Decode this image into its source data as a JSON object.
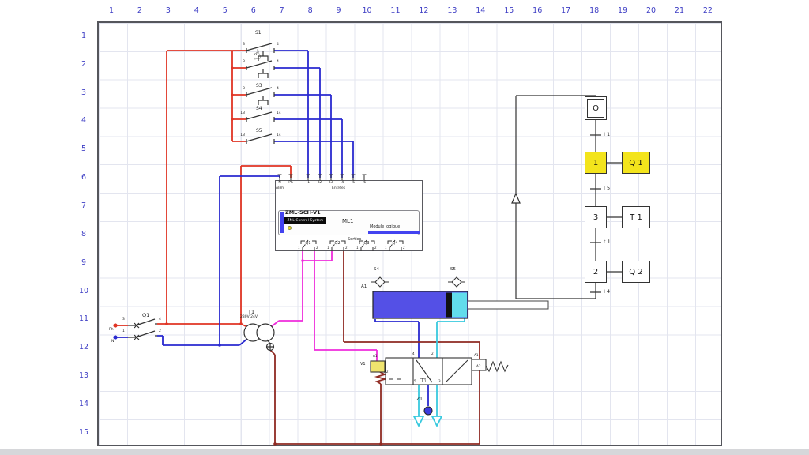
{
  "grid": {
    "columns": [
      "1",
      "2",
      "3",
      "4",
      "5",
      "6",
      "7",
      "8",
      "9",
      "10",
      "11",
      "12",
      "13",
      "14",
      "15",
      "16",
      "17",
      "18",
      "19",
      "20",
      "21",
      "22"
    ],
    "rows": [
      "1",
      "2",
      "3",
      "4",
      "5",
      "6",
      "7",
      "8",
      "9",
      "10",
      "11",
      "12",
      "13",
      "14",
      "15"
    ]
  },
  "colors": {
    "phase_red": "#e03424",
    "neutral_blue": "#2a2ad0",
    "output_magenta": "#ef2cdb",
    "return_darkred": "#8f2a22",
    "pneumatic_cyan": "#38c9de",
    "active_yellow": "#f3e41c"
  },
  "supply": {
    "phase_label": "Ph",
    "neutral_label": "N"
  },
  "breaker": {
    "label": "Q1",
    "t3": "3",
    "t4": "4",
    "t1": "1",
    "t2": "2"
  },
  "transformer": {
    "label": "T1",
    "rating": "230V 24V"
  },
  "switches": [
    {
      "label": "S1",
      "t_in": "3",
      "t_out": "4"
    },
    {
      "label": "",
      "t_in": "3",
      "t_out": "4"
    },
    {
      "label": "S3",
      "t_in": "3",
      "t_out": "4"
    },
    {
      "label": "S4",
      "t_in": "13",
      "t_out": "14"
    },
    {
      "label": "S5",
      "t_in": "13",
      "t_out": "14"
    }
  ],
  "plc": {
    "terminals_top": [
      "N",
      "Ph",
      "I1",
      "I2",
      "I3",
      "I4",
      "I5",
      "I6"
    ],
    "alim_label": "Alim",
    "inputs_label": "Entrées",
    "model": "ZML-SCH-V1",
    "badge": "ZML Control System",
    "name": "ML1",
    "type_label": "Module logique",
    "outputs_label": "Sorties",
    "outputs": [
      {
        "label": "Q1"
      },
      {
        "label": "Q2"
      },
      {
        "label": "Q3"
      },
      {
        "label": "Q4"
      }
    ],
    "output_terminals": [
      "1",
      "2"
    ]
  },
  "cylinder": {
    "label": "A1",
    "sensor_left": "S4",
    "sensor_right": "S5"
  },
  "valve": {
    "pilot_label": "V1",
    "pilot_a1": "A1",
    "pilot_a2": "A2",
    "right_a1": "A1",
    "right_a2": "A2",
    "port_4": "4",
    "port_2": "2",
    "port_5": "5",
    "port_1": "1",
    "port_3": "3",
    "source_label": "Z1"
  },
  "grafcet": {
    "initial": "O",
    "steps": [
      {
        "id": "1",
        "action": "Q 1"
      },
      {
        "id": "3",
        "action": "T 1"
      },
      {
        "id": "2",
        "action": "Q 2"
      }
    ],
    "transitions": [
      "I 1",
      "I 5",
      "t 1",
      "I 4"
    ]
  }
}
